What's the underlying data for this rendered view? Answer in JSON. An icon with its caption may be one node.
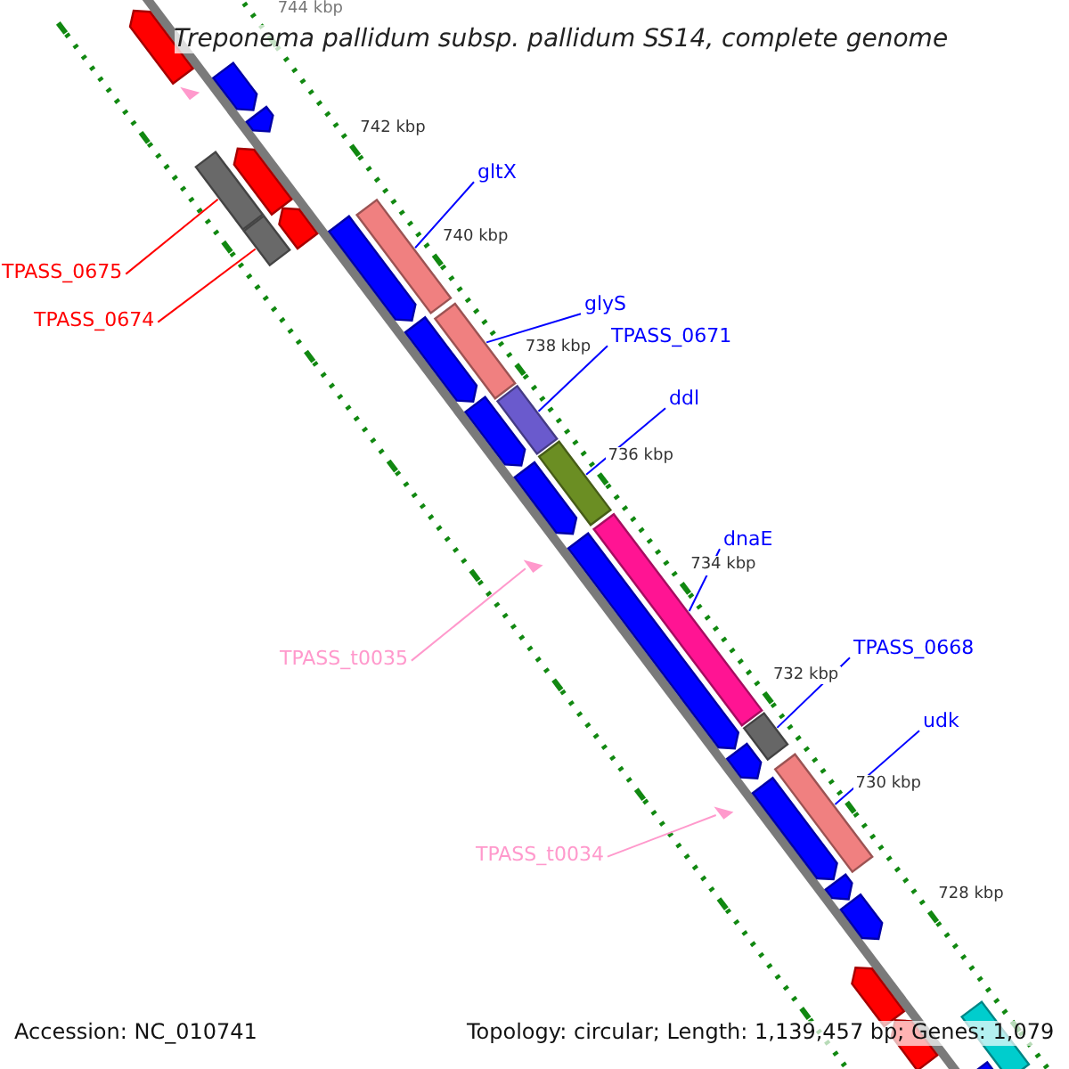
{
  "diagram": {
    "title": "Treponema pallidum subsp. pallidum SS14, complete genome",
    "nodes": [
      {
        "text": [
          "gltX"
        ]
      },
      {
        "text": [
          "TPASS_0675"
        ]
      },
      {
        "text": [
          "glyS"
        ]
      },
      {
        "text": [
          "TPASS_0674"
        ]
      },
      {
        "text": [
          "TPASS_0671"
        ]
      },
      {
        "text": [
          "ddl"
        ]
      },
      {
        "text": [
          "dnaE"
        ]
      },
      {
        "text": [
          "TPASS_0668"
        ]
      },
      {
        "text": [
          "TPASS_t0035"
        ]
      },
      {
        "text": [
          "udk"
        ]
      },
      {
        "text": [
          "TPASS_t0034"
        ]
      },
      {
        "text": [],
        "shape": "bar"
      },
      {
        "text": [],
        "shape": "bar"
      },
      {
        "text": [],
        "shape": "bar"
      },
      {
        "text": [],
        "shape": "bar"
      },
      {
        "text": [],
        "shape": "bar"
      },
      {
        "text": [],
        "shape": "bar"
      },
      {
        "text": [],
        "shape": "triangle"
      },
      {
        "text": [],
        "shape": "bar"
      },
      {
        "text": [],
        "shape": "bar"
      },
      {
        "text": [],
        "shape": "triangle"
      },
      {
        "text": [],
        "shape": "bar"
      }
    ],
    "edges": [
      {
        "from": 0,
        "to": 13,
        "arrow": "none"
      },
      {
        "from": 1,
        "to": 11,
        "arrow": "none",
        "color": "#ff0000"
      },
      {
        "from": 2,
        "to": 14,
        "arrow": "none"
      },
      {
        "from": 3,
        "to": 12,
        "arrow": "none",
        "color": "#ff0000"
      },
      {
        "from": 4,
        "to": 15,
        "arrow": "none"
      },
      {
        "from": 5,
        "to": 16,
        "arrow": "none"
      },
      {
        "from": 6,
        "to": 18,
        "arrow": "none"
      },
      {
        "from": 7,
        "to": 19,
        "arrow": "none"
      },
      {
        "from": 8,
        "to": 17,
        "arrow": "none",
        "color": "#ff99cc"
      },
      {
        "from": 9,
        "to": 21,
        "arrow": "none"
      },
      {
        "from": 10,
        "to": 20,
        "arrow": "none",
        "color": "#ff99cc"
      }
    ],
    "labels": [
      "744 kbp",
      "742 kbp",
      "740 kbp",
      "738 kbp",
      "736 kbp",
      "734 kbp",
      "732 kbp",
      "730 kbp",
      "728 kbp",
      "Accession: NC_010741",
      "Topology: circular; Length: 1,139,457 bp; Genes: 1,079"
    ]
  }
}
